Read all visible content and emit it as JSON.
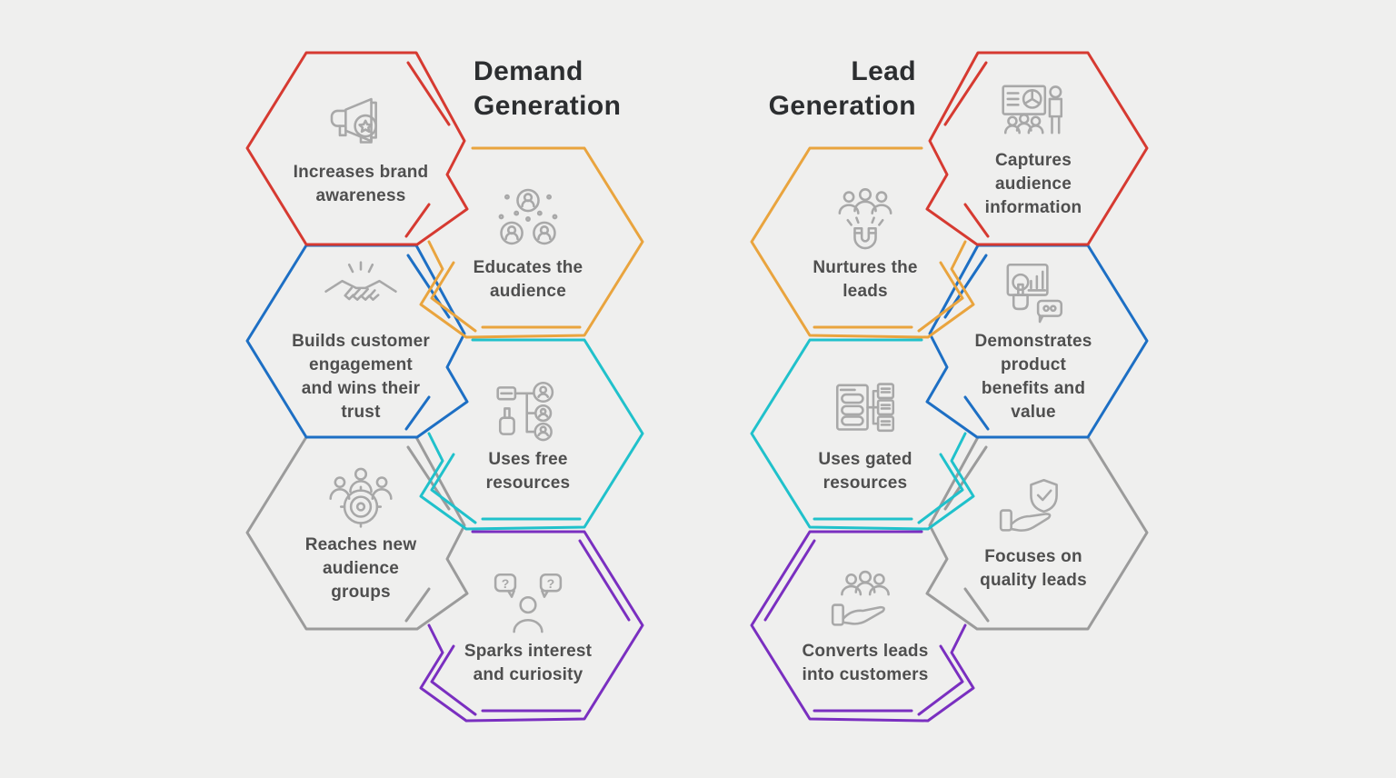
{
  "background": "#efefee",
  "titles": {
    "demand": {
      "line1": "Demand",
      "line2": "Generation"
    },
    "lead": {
      "line1": "Lead",
      "line2": "Generation"
    }
  },
  "colors": {
    "red": "#d63a31",
    "orange": "#e9a43e",
    "blue": "#1d6fc4",
    "cyan": "#20c1cb",
    "gray": "#9b9b9b",
    "purple": "#7a2fc0",
    "icon_stroke": "#a8a8a8",
    "label_text": "#4f4f4f",
    "title_text": "#2c2e30"
  },
  "pieces": [
    {
      "id": "demand-1",
      "column": "demand",
      "side": "a",
      "row": 0,
      "color": "red",
      "icon": "megaphone-icon",
      "label": "Increases brand awareness",
      "lines": [
        "Increases brand",
        "awareness"
      ]
    },
    {
      "id": "demand-2",
      "column": "demand",
      "side": "b",
      "row": 0,
      "color": "orange",
      "icon": "people-network-icon",
      "label": "Educates the audience",
      "lines": [
        "Educates the",
        "audience"
      ]
    },
    {
      "id": "demand-3",
      "column": "demand",
      "side": "a",
      "row": 1,
      "color": "blue",
      "icon": "handshake-icon",
      "label": "Builds customer engagement and wins their trust",
      "lines": [
        "Builds customer",
        "engagement",
        "and wins their",
        "trust"
      ]
    },
    {
      "id": "demand-4",
      "column": "demand",
      "side": "b",
      "row": 1,
      "color": "cyan",
      "icon": "hand-network-icon",
      "label": "Uses free resources",
      "lines": [
        "Uses free",
        "resources"
      ]
    },
    {
      "id": "demand-5",
      "column": "demand",
      "side": "a",
      "row": 2,
      "color": "gray",
      "icon": "audience-target-icon",
      "label": "Reaches new audience groups",
      "lines": [
        "Reaches new",
        "audience",
        "groups"
      ]
    },
    {
      "id": "demand-6",
      "column": "demand",
      "side": "b",
      "row": 2,
      "color": "purple",
      "icon": "person-question-icon",
      "label": "Sparks interest and curiosity",
      "lines": [
        "Sparks interest",
        "and curiosity"
      ]
    },
    {
      "id": "lead-1",
      "column": "lead",
      "side": "b",
      "row": 0,
      "color": "orange",
      "icon": "people-magnet-icon",
      "label": "Nurtures the leads",
      "lines": [
        "Nurtures the",
        "leads"
      ]
    },
    {
      "id": "lead-2",
      "column": "lead",
      "side": "a",
      "row": 0,
      "color": "red",
      "icon": "presentation-audience-icon",
      "label": "Captures audience information",
      "lines": [
        "Captures",
        "audience",
        "information"
      ]
    },
    {
      "id": "lead-3",
      "column": "lead",
      "side": "a",
      "row": 1,
      "color": "blue",
      "icon": "hand-chart-icon",
      "label": "Demonstrates product benefits and value",
      "lines": [
        "Demonstrates",
        "product",
        "benefits and",
        "value"
      ]
    },
    {
      "id": "lead-4",
      "column": "lead",
      "side": "b",
      "row": 1,
      "color": "cyan",
      "icon": "gated-docs-icon",
      "label": "Uses gated resources",
      "lines": [
        "Uses gated",
        "resources"
      ]
    },
    {
      "id": "lead-5",
      "column": "lead",
      "side": "a",
      "row": 2,
      "color": "gray",
      "icon": "shield-hand-icon",
      "label": "Focuses on quality leads",
      "lines": [
        "Focuses on",
        "quality leads"
      ]
    },
    {
      "id": "lead-6",
      "column": "lead",
      "side": "b",
      "row": 2,
      "color": "purple",
      "icon": "hand-people-icon",
      "label": "Converts leads into customers",
      "lines": [
        "Converts leads",
        "into customers"
      ]
    }
  ]
}
